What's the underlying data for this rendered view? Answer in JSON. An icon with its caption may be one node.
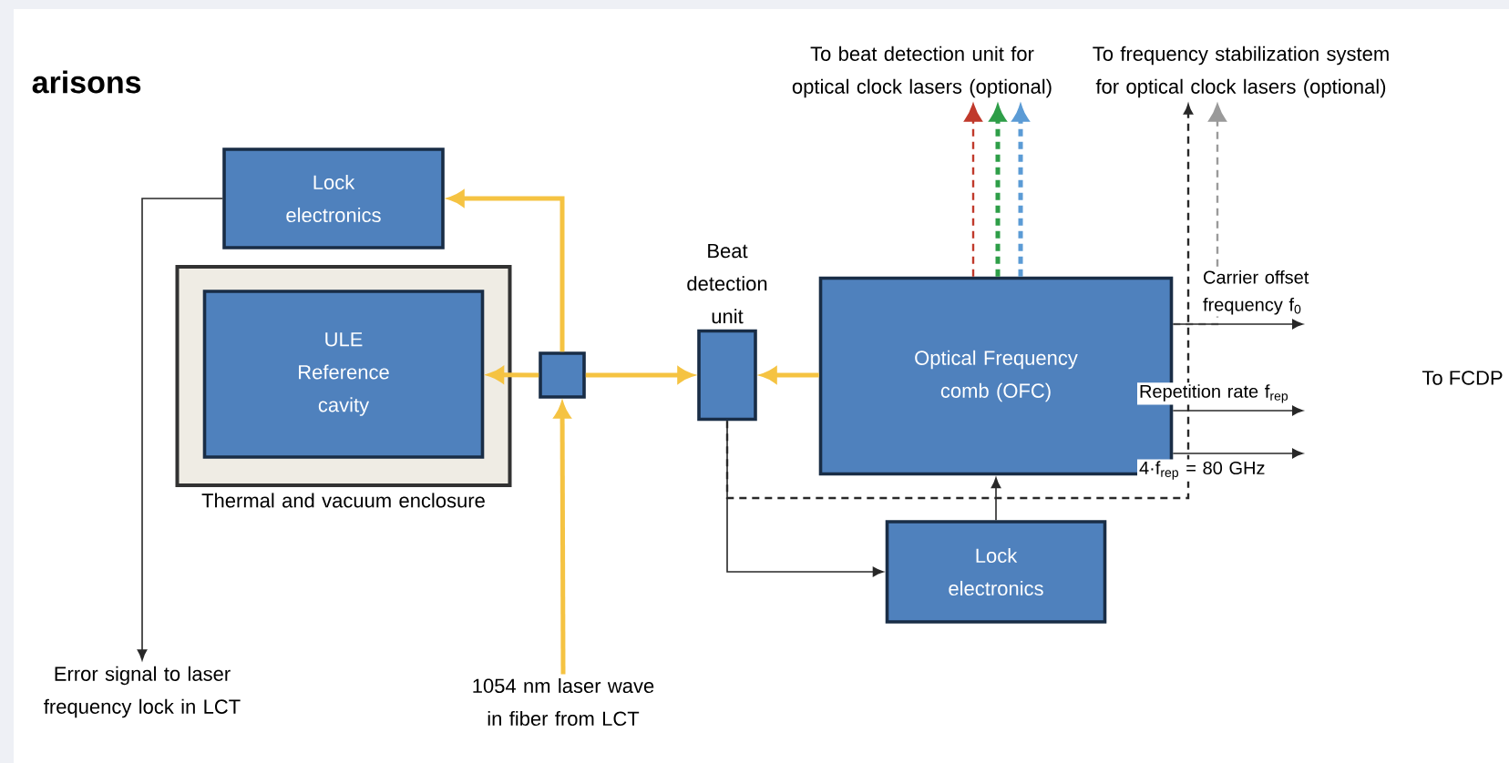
{
  "diagram": {
    "title": "arisons",
    "nodes": [
      {
        "text": [
          "Lock electronics"
        ]
      },
      {
        "text": [
          "Thermal and vacuum enclosure"
        ]
      },
      {
        "text": [
          "ULE Reference cavity"
        ],
        "in": 1
      },
      {
        "text": [],
        "shape": "box"
      },
      {
        "text": [
          "Beat detection unit"
        ]
      },
      {
        "text": [
          "Optical Frequency comb (OFC)"
        ]
      },
      {
        "text": [
          "Lock electronics"
        ]
      },
      {
        "text": [
          "Error signal to laser frequency lock in LCT"
        ]
      },
      {
        "text": [
          "1054 nm laser wave in fiber from LCT"
        ]
      },
      {
        "text": [
          "To beat detection unit for optical clock lasers (optional)"
        ]
      },
      {
        "text": [
          "To frequency stabilization system for optical clock lasers (optional)"
        ]
      }
    ],
    "edges": [
      {
        "from": 3,
        "to": 0,
        "arrow": "to",
        "style": "thick",
        "color": "#f5c342"
      },
      {
        "from": 3,
        "to": 2,
        "arrow": "to",
        "style": "thick",
        "color": "#f5c342"
      },
      {
        "from": 3,
        "to": 4,
        "arrow": "to",
        "style": "thick",
        "color": "#f5c342"
      },
      {
        "from": 8,
        "to": 3,
        "arrow": "to",
        "style": "thick",
        "color": "#f5c342"
      },
      {
        "from": 5,
        "to": 4,
        "arrow": "to",
        "style": "thick",
        "color": "#f5c342"
      },
      {
        "from": 0,
        "to": 7,
        "arrow": "to"
      },
      {
        "from": 4,
        "to": 6,
        "arrow": "to"
      },
      {
        "from": 6,
        "to": 5,
        "arrow": "to"
      },
      {
        "from": 5,
        "to": 9,
        "arrow": "to",
        "style": "dashed",
        "color": "#c0392b"
      },
      {
        "from": 5,
        "to": 9,
        "arrow": "to",
        "style": "dashed",
        "color": "#2e9e48"
      },
      {
        "from": 5,
        "to": 9,
        "arrow": "to",
        "style": "dashed",
        "color": "#5b9bd5"
      },
      {
        "from": 4,
        "to": 10,
        "arrow": "to",
        "style": "dashed"
      },
      {
        "from": 5,
        "to": 10,
        "arrow": "to",
        "style": "dashed",
        "color": "#9a9a9a"
      },
      {
        "from": 5,
        "to": null,
        "arrow": "to",
        "label": "Carrier offset frequency f$_{0}$"
      },
      {
        "from": 5,
        "to": null,
        "arrow": "to",
        "label": "Repetition rate f$_{rep}$"
      },
      {
        "from": 5,
        "to": null,
        "arrow": "to",
        "label": "4·f$_{rep}$ = 80 GHz"
      }
    ],
    "labels": [
      "To FCDP"
    ]
  }
}
